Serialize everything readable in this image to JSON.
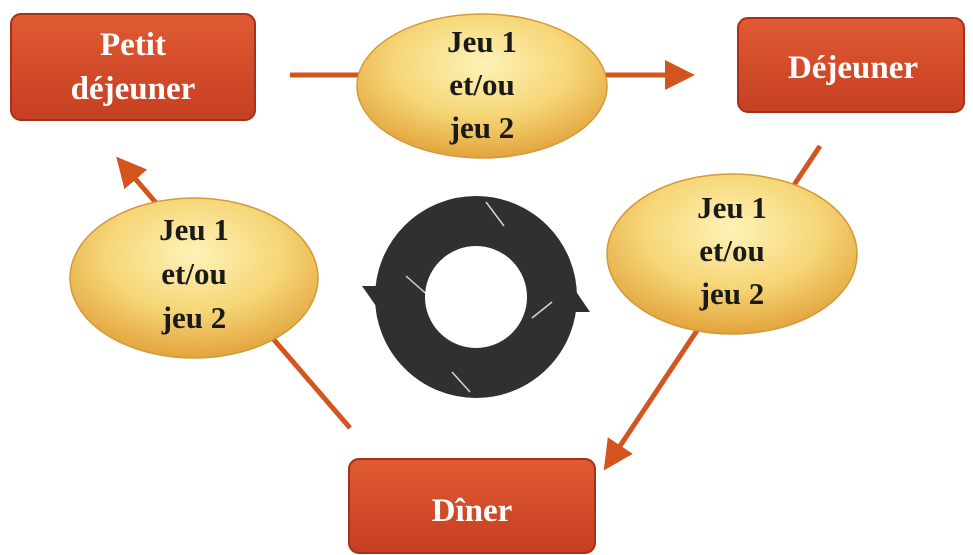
{
  "meals": {
    "breakfast": {
      "line1": "Petit",
      "line2": "déjeuner"
    },
    "lunch": {
      "label": "Déjeuner"
    },
    "dinner": {
      "label": "Dîner"
    }
  },
  "games": {
    "top": {
      "line1": "Jeu 1",
      "line2": "et/ou",
      "line3": "jeu 2"
    },
    "right": {
      "line1": "Jeu 1",
      "line2": "et/ou",
      "line3": "jeu 2"
    },
    "left": {
      "line1": "Jeu 1",
      "line2": "et/ou",
      "line3": "jeu 2"
    }
  },
  "colors": {
    "meal_box": "#d24a2a",
    "meal_border": "#a8301a",
    "ellipse_light": "#fcefa8",
    "ellipse_dark": "#e0a73c",
    "arrow": "#d4541e",
    "cycle_ring": "#303030"
  },
  "icons": {
    "cycle": "circular-cycle-arrows-icon"
  }
}
